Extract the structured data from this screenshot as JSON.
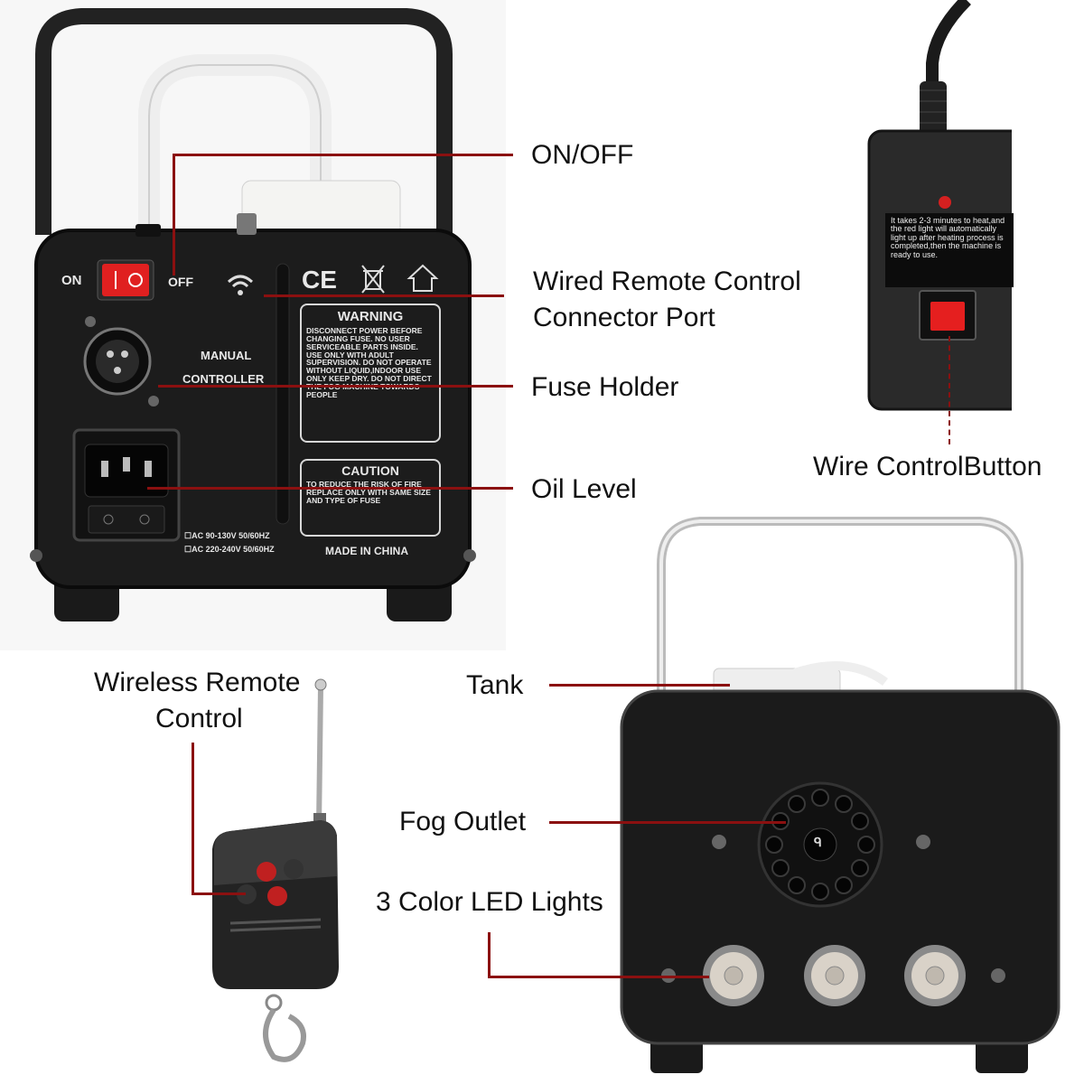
{
  "callouts": {
    "on_off": "ON/OFF",
    "wired_remote_line1": "Wired Remote Control",
    "wired_remote_line2": "Connector Port",
    "fuse_holder": "Fuse Holder",
    "oil_level": "Oil Level",
    "wire_control_button": "Wire ControlButton",
    "wireless_remote_line1": "Wireless Remote",
    "wireless_remote_line2": "Control",
    "tank": "Tank",
    "fog_outlet": "Fog Outlet",
    "led_lights": "3 Color LED Lights"
  },
  "rear_panel": {
    "on_label": "ON",
    "off_label": "OFF",
    "manual_label": "MANUAL",
    "controller_label": "CONTROLLER",
    "ce_mark": "CE",
    "warning_title": "WARNING",
    "warning_text": "DISCONNECT POWER BEFORE CHANGING FUSE. NO USER SERVICEABLE PARTS INSIDE. USE ONLY WITH ADULT SUPERVISION. DO NOT OPERATE WITHOUT LIQUID,INDOOR USE ONLY KEEP DRY. DO NOT DIRECT THE FOG MACHINE TOWARDS PEOPLE",
    "caution_title": "CAUTION",
    "caution_text": "TO REDUCE THE RISK OF FIRE REPLACE ONLY WITH SAME SIZE AND TYPE OF FUSE",
    "voltage_1": "☐AC 90-130V 50/60HZ",
    "voltage_2": "☐AC 220-240V 50/60HZ",
    "made_in": "MADE IN CHINA"
  },
  "wired_remote": {
    "label_text": "It takes 2-3 minutes to heat,and the red light will automatically light up after heating process is completed,then the machine is ready to use."
  },
  "front_panel": {
    "outlet_mark": "ᑫ"
  },
  "colors": {
    "leader": "#8b1010",
    "device_body": "#1c1c1c",
    "switch_red": "#e02020",
    "led_lens": "#d9d2c8"
  },
  "icons": [
    "wifi-icon",
    "ce-mark-icon",
    "weee-bin-icon",
    "house-icon"
  ]
}
